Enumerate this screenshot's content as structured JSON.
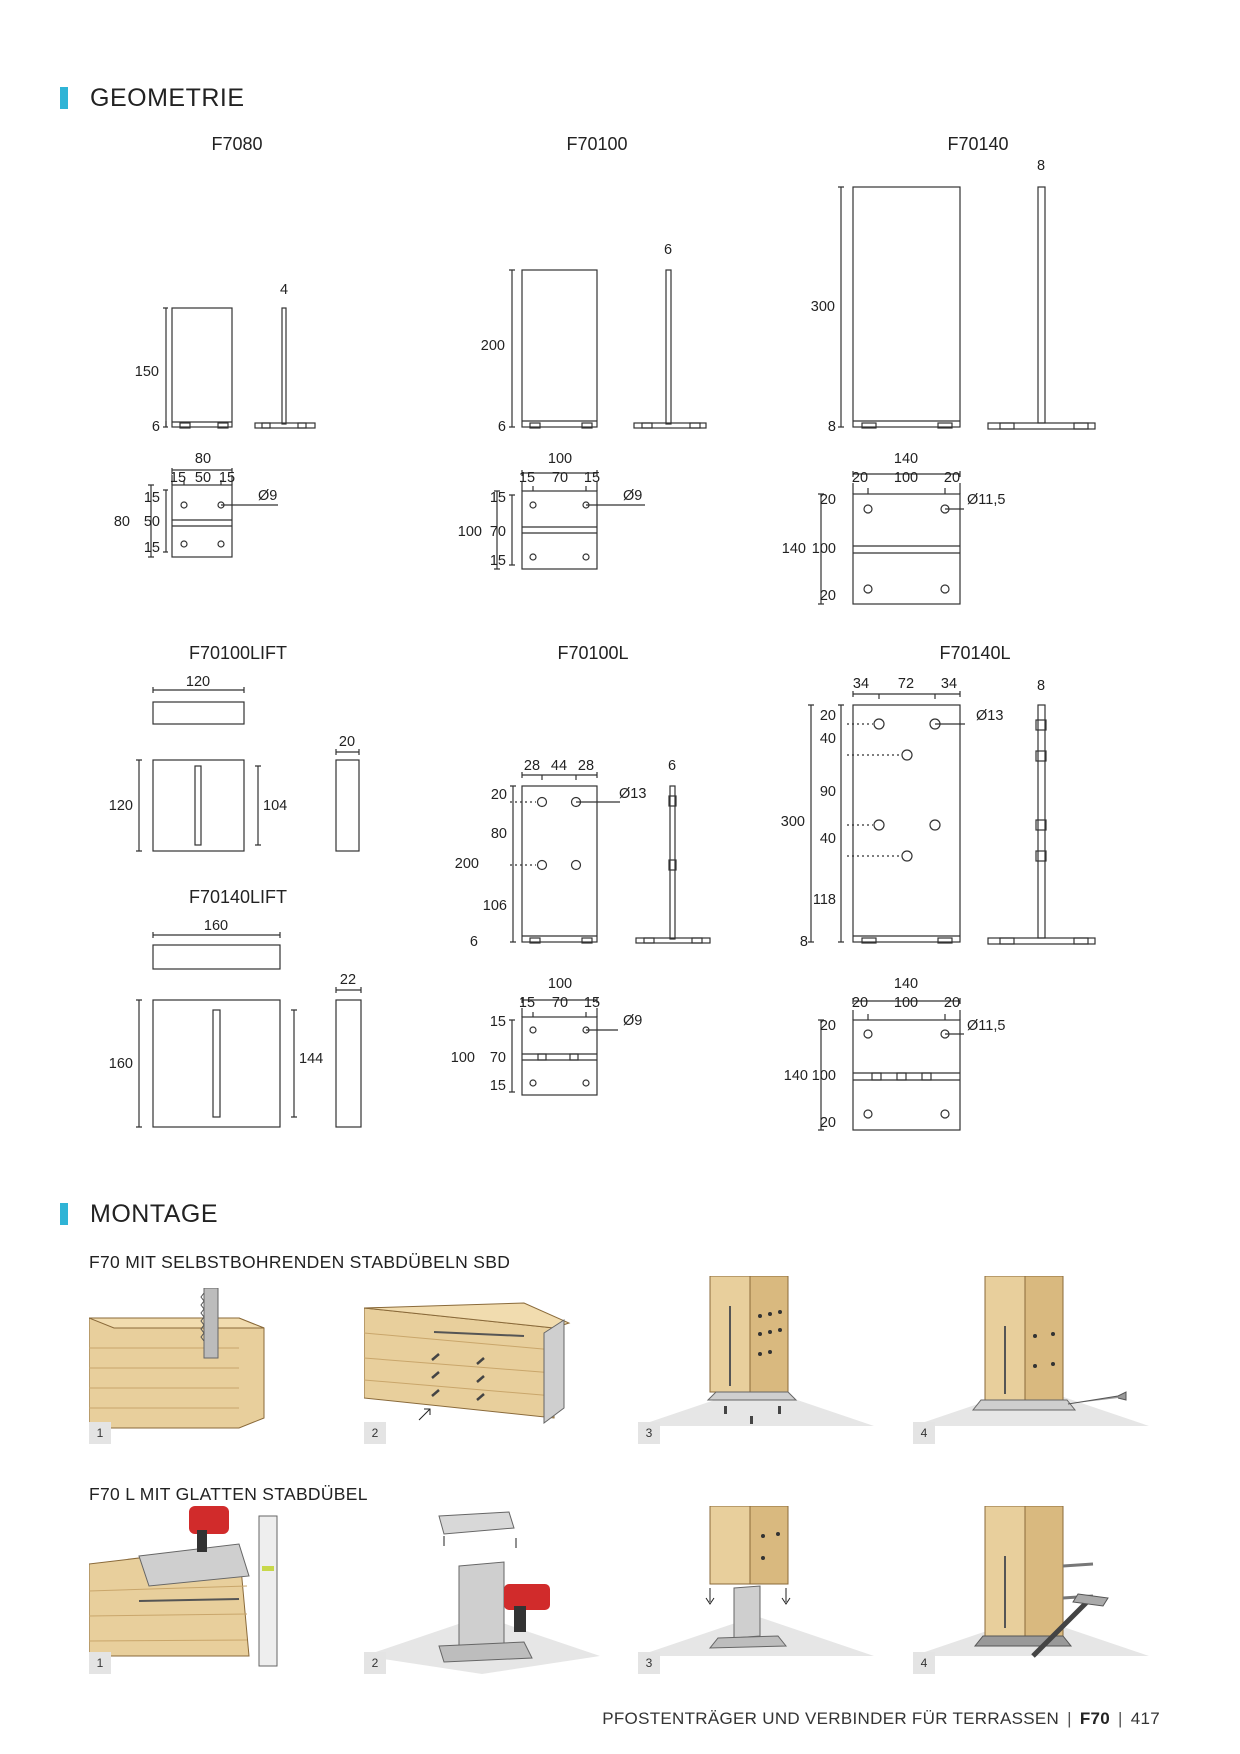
{
  "geometrie": {
    "title": "GEOMETRIE",
    "models": {
      "f7080": "F7080",
      "f70100": "F70100",
      "f70140": "F70140",
      "f70100lift": "F70100LIFT",
      "f70100l": "F70100L",
      "f70140l": "F70140L",
      "f70140lift": "F70140LIFT"
    },
    "dims": {
      "f7080": {
        "h": "150",
        "base": "6",
        "t": "4",
        "w": "80",
        "a": "15",
        "b": "50",
        "c": "15",
        "side": "80",
        "side1": "15",
        "side2": "50",
        "side3": "15",
        "hole": "Ø9"
      },
      "f70100": {
        "h": "200",
        "base": "6",
        "t": "6",
        "w": "100",
        "a": "15",
        "b": "70",
        "c": "15",
        "side": "100",
        "side1": "15",
        "side2": "70",
        "side3": "15",
        "hole": "Ø9"
      },
      "f70140": {
        "h": "300",
        "base": "8",
        "t": "8",
        "w": "140",
        "a": "20",
        "b": "100",
        "c": "20",
        "side": "140",
        "side1": "20",
        "side2": "100",
        "side3": "20",
        "hole": "Ø11,5"
      },
      "f70100lift": {
        "w": "120",
        "h": "120",
        "inner": "104",
        "t": "20"
      },
      "f70140lift": {
        "w": "160",
        "h": "160",
        "inner": "144",
        "t": "22"
      },
      "f70100l": {
        "h": "200",
        "base": "6",
        "t": "6",
        "a": "28",
        "b": "44",
        "c": "28",
        "v1": "20",
        "v2": "80",
        "v3": "106",
        "hole": "Ø13",
        "w": "100",
        "pa": "15",
        "pb": "70",
        "pc": "15",
        "side": "100",
        "side1": "15",
        "side2": "70",
        "side3": "15",
        "phole": "Ø9"
      },
      "f70140l": {
        "h": "300",
        "base": "8",
        "t": "8",
        "a": "34",
        "b": "72",
        "c": "34",
        "v1": "20",
        "v2": "40",
        "v3": "90",
        "v4": "40",
        "v5": "118",
        "hole": "Ø13",
        "w": "140",
        "pa": "20",
        "pb": "100",
        "pc": "20",
        "side": "140",
        "side1": "20",
        "side2": "100",
        "side3": "20",
        "phole": "Ø11,5"
      }
    }
  },
  "montage": {
    "title": "MONTAGE",
    "sbd_title": "F70 MIT SELBSTBOHRENDEN STABDÜBELN SBD",
    "l_title": "F70 L MIT GLATTEN STABDÜBEL",
    "steps": [
      "1",
      "2",
      "3",
      "4"
    ]
  },
  "footer": {
    "text": "PFOSTENTRÄGER UND VERBINDER FÜR TERRASSEN",
    "code": "F70",
    "page": "417"
  }
}
